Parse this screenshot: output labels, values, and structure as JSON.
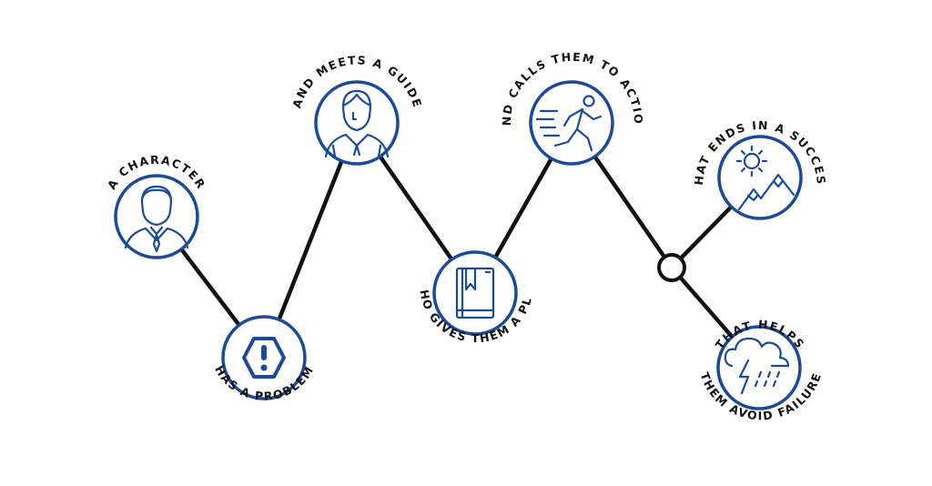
{
  "colors": {
    "accent": "#1a4a9a",
    "line": "#111111",
    "background": "#ffffff"
  },
  "nodes": [
    {
      "id": "character",
      "label": "A CHARACTER",
      "icon": "man-in-suit-icon"
    },
    {
      "id": "problem",
      "label": "HAS A PROBLEM",
      "icon": "warning-hexagon-icon"
    },
    {
      "id": "guide",
      "label": "AND MEETS A GUIDE",
      "icon": "guide-person-icon"
    },
    {
      "id": "plan",
      "label": "WHO GIVES THEM A PLAN",
      "icon": "book-icon"
    },
    {
      "id": "action",
      "label": "AND CALLS THEM TO ACTION",
      "icon": "running-man-icon"
    },
    {
      "id": "success",
      "label": "THAT ENDS IN A SUCCESS",
      "icon": "sun-mountain-icon"
    },
    {
      "id": "failure",
      "label_line1": "THAT HELPS",
      "label_line2": "THEM AVOID FAILURE",
      "icon": "storm-cloud-icon"
    }
  ]
}
